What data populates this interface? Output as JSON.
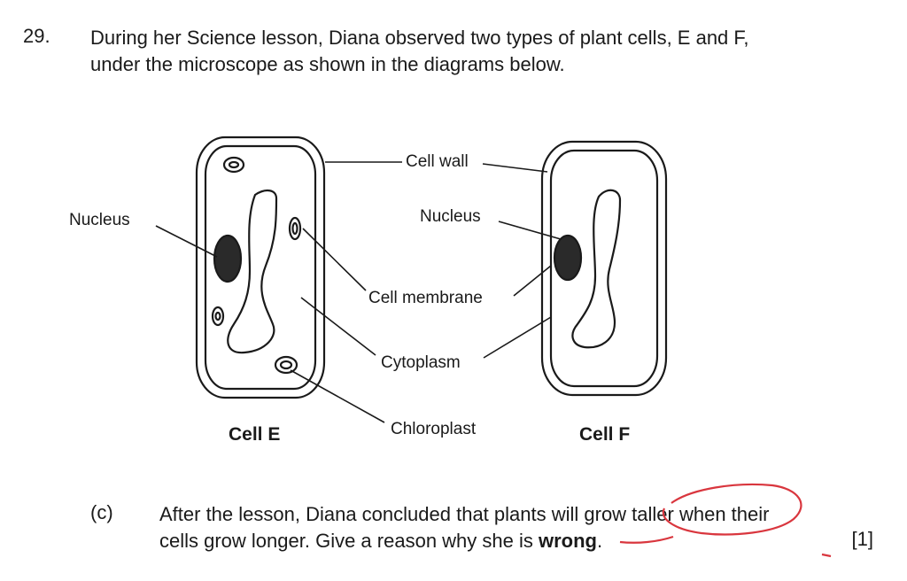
{
  "question": {
    "number": "29.",
    "line1": "During her Science lesson, Diana observed two types of plant cells, E and F,",
    "line2": "under the microscope as shown in the diagrams below."
  },
  "labels": {
    "nucleus_left": "Nucleus",
    "cell_wall": "Cell wall",
    "nucleus_right": "Nucleus",
    "cell_membrane": "Cell membrane",
    "cytoplasm": "Cytoplasm",
    "chloroplast": "Chloroplast",
    "cell_e": "Cell E",
    "cell_f": "Cell F"
  },
  "part_c": {
    "label": "(c)",
    "line1": "After the lesson, Diana concluded that plants will grow taller when their",
    "line2_prefix": "cells grow longer. Give a reason why she is ",
    "line2_bold": "wrong",
    "line2_suffix": ".",
    "marks": "[1]"
  },
  "colors": {
    "ink": "#1a1a1a",
    "nucleus_fill": "#2a2a2a",
    "annotation_red": "#d9363e"
  }
}
